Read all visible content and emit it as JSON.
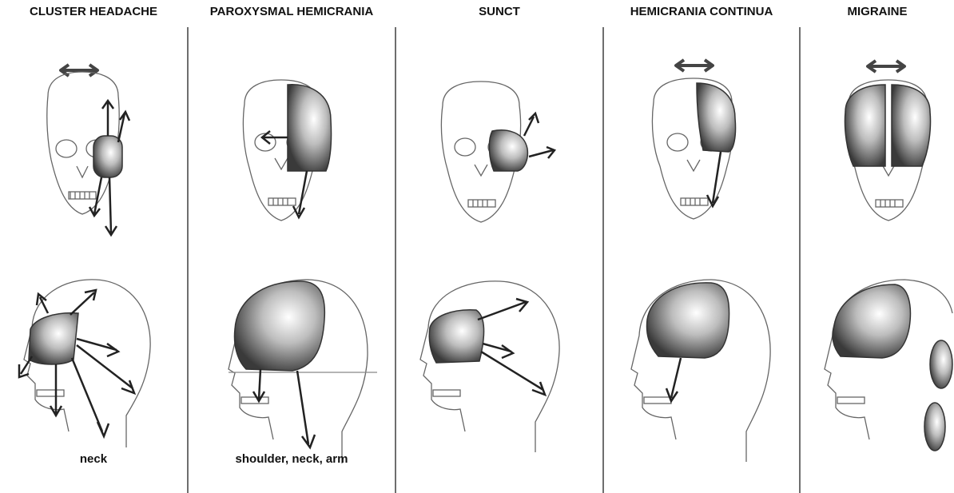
{
  "columns": [
    {
      "title": "CLUSTER HEADACHE",
      "caption": "neck"
    },
    {
      "title": "PAROXYSMAL HEMICRANIA",
      "caption": "shoulder, neck, arm"
    },
    {
      "title": "SUNCT",
      "caption": ""
    },
    {
      "title": "HEMICRANIA CONTINUA",
      "caption": ""
    },
    {
      "title": "MIGRAINE",
      "caption": ""
    }
  ],
  "colors": {
    "outline": "#555555",
    "divider": "#6e6e6e",
    "arrow": "#222222",
    "pain_dark": "#3a3a3a",
    "pain_light": "#ffffff"
  }
}
